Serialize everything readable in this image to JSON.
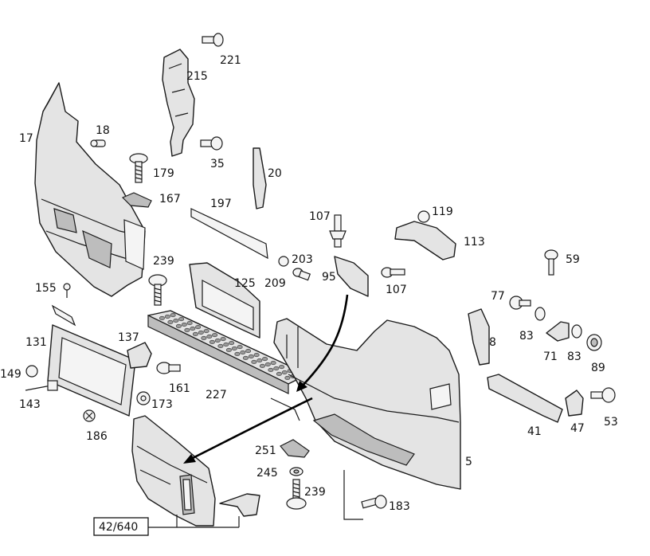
{
  "callouts": {
    "p221": "221",
    "p215": "215",
    "p18": "18",
    "p17": "17",
    "p35": "35",
    "p179": "179",
    "p20": "20",
    "p167": "167",
    "p197": "197",
    "p119": "119",
    "p107a": "107",
    "p113": "113",
    "p59": "59",
    "p239a": "239",
    "p203": "203",
    "p125": "125",
    "p209": "209",
    "p95": "95",
    "p107b": "107",
    "p155": "155",
    "p77": "77",
    "p83a": "83",
    "p8": "8",
    "p137": "137",
    "p131": "131",
    "p71": "71",
    "p83b": "83",
    "p89": "89",
    "p149": "149",
    "p161": "161",
    "p227": "227",
    "p143": "143",
    "p173": "173",
    "p41": "41",
    "p47": "47",
    "p53": "53",
    "p186": "186",
    "p251": "251",
    "p5": "5",
    "p245": "245",
    "p239b": "239",
    "p183": "183"
  },
  "group_label": "42/640"
}
